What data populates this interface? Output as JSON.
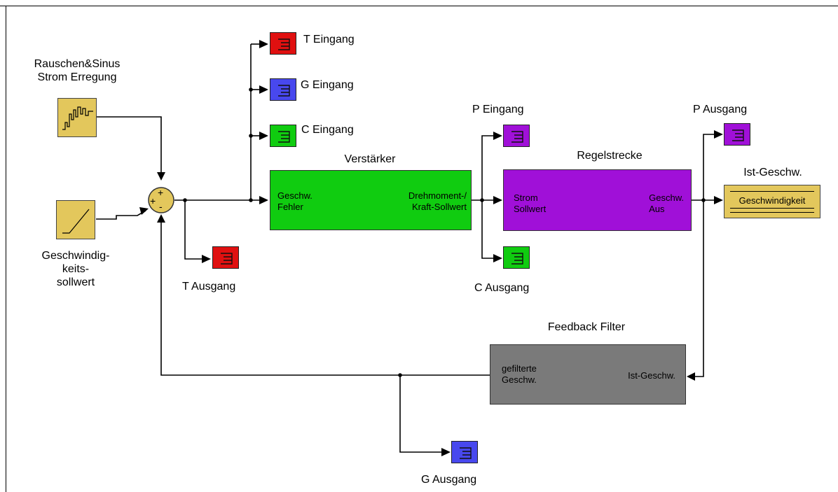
{
  "blocks": {
    "noise_source_label": "Rauschen&Sinus\nStrom Erregung",
    "speed_setpoint_label": "Geschwindig-\nkeits-\nsollwert",
    "amplifier": {
      "title": "Verstärker",
      "in_port": "Geschw.\nFehler",
      "out_port": "Drehmoment-/\nKraft-Sollwert"
    },
    "plant": {
      "title": "Regelstrecke",
      "in_port": "Strom\nSollwert",
      "out_port": "Geschw.\nAus"
    },
    "feedback_filter": {
      "title": "Feedback Filter",
      "in_port": "Ist-Geschw.",
      "out_port": "gefilterte\nGeschw."
    },
    "display": {
      "title": "Ist-Geschw.",
      "value": "Geschwindigkeit"
    }
  },
  "scopes": {
    "t_in": "T Eingang",
    "g_in": "G Eingang",
    "c_in": "C Eingang",
    "t_out": "T Ausgang",
    "p_in": "P Eingang",
    "c_out": "C Ausgang",
    "p_out": "P Ausgang",
    "g_out": "G Ausgang"
  },
  "sum_signs": {
    "top": "+",
    "left": "+",
    "bottom": "-"
  },
  "colors": {
    "red": "#e01010",
    "blue": "#4848ee",
    "green": "#10cc10",
    "purple": "#a010d8",
    "yellow": "#e3c75c",
    "gray": "#7a7a7a"
  }
}
